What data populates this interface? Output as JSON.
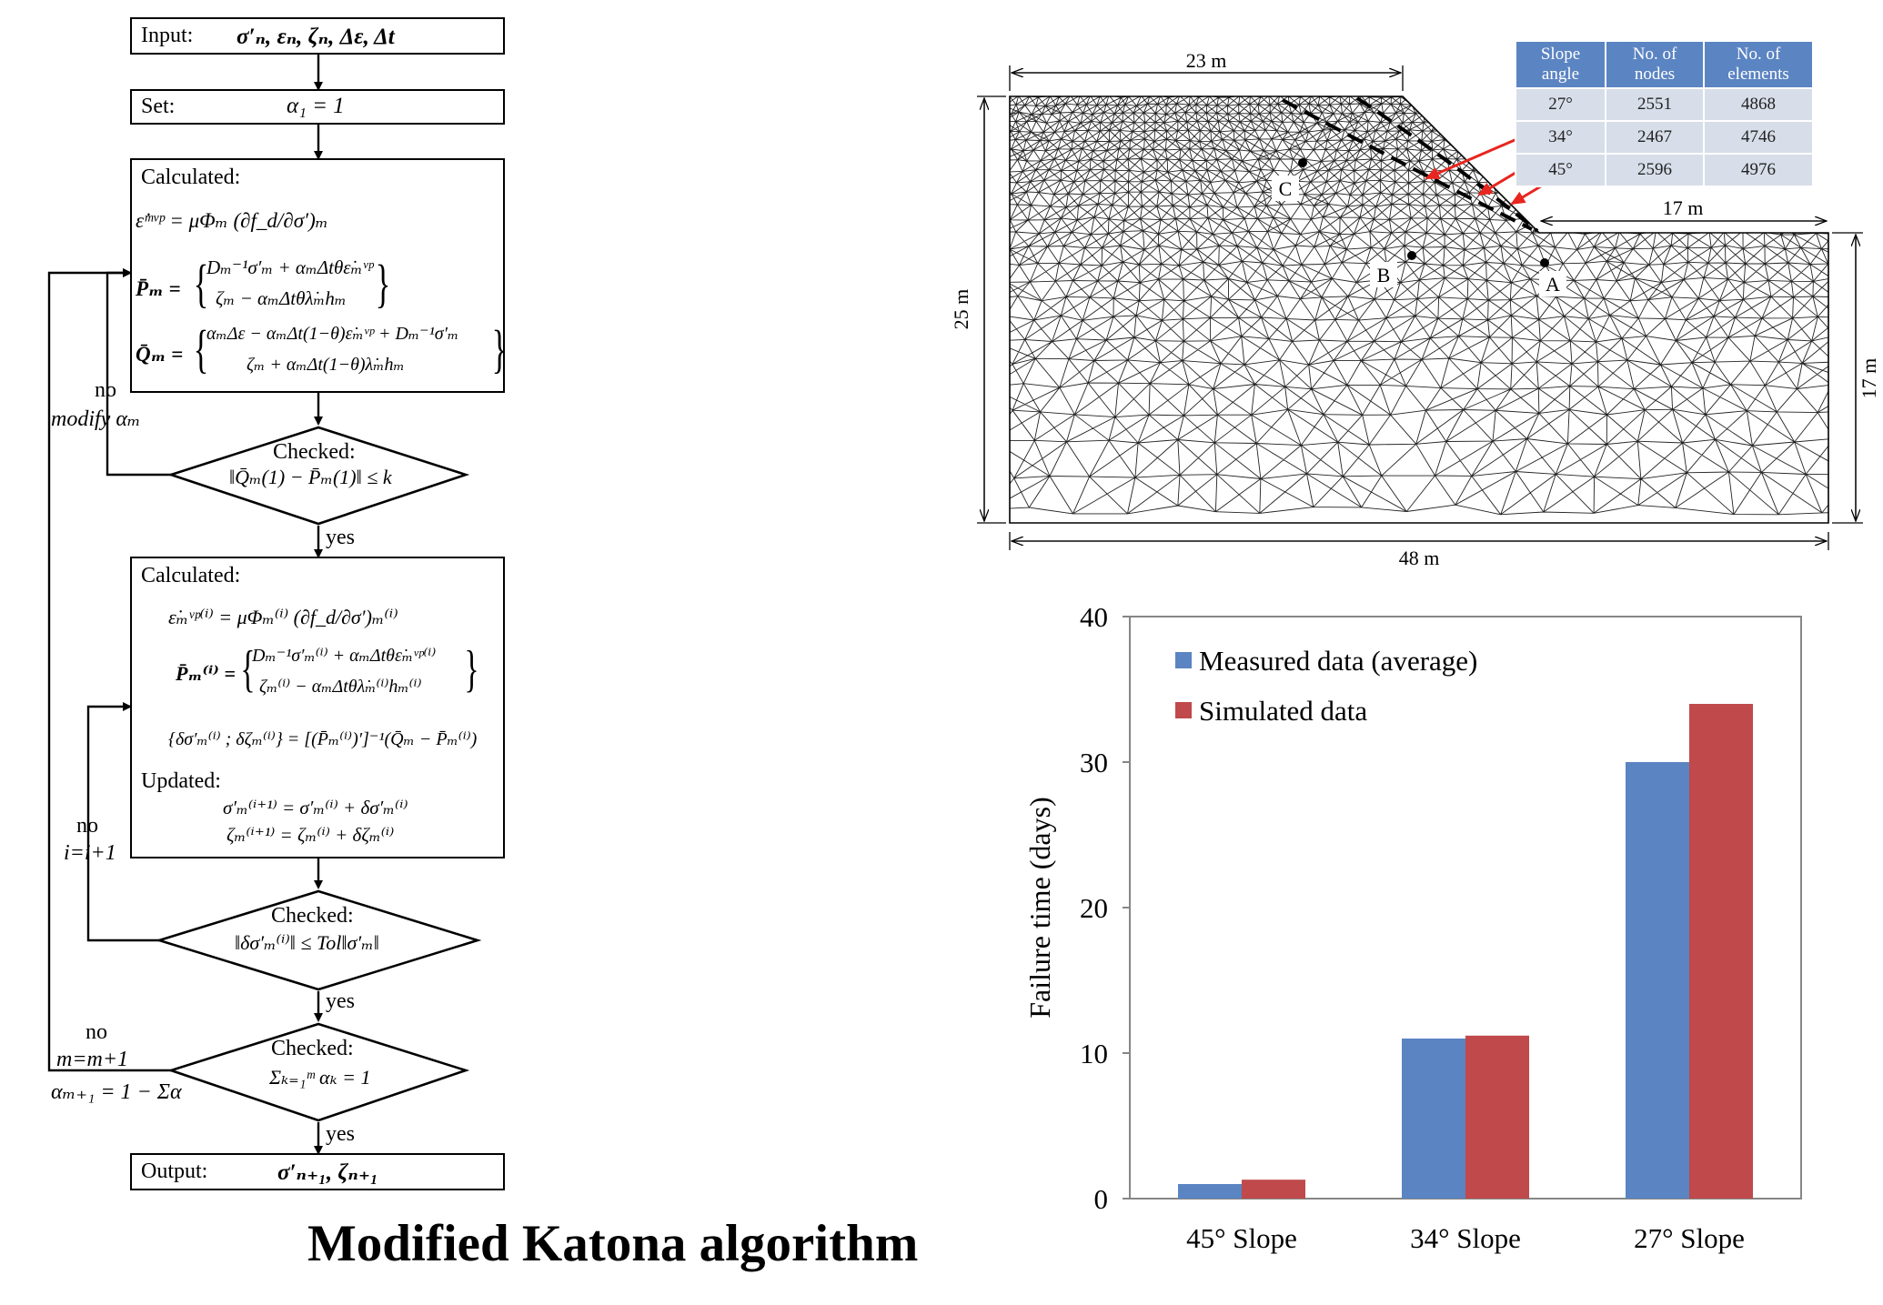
{
  "flowchart": {
    "input": {
      "label": "Input:",
      "expr": "σ′ₙ, εₙ, ζₙ, Δε, Δt"
    },
    "set": {
      "label": "Set:",
      "expr": "α₁ = 1"
    },
    "calc1": {
      "label": "Calculated:",
      "eq1": "ε̇ᵐᵛᵖ = μΦₘ (∂f_d/∂σ′)ₘ",
      "eq2a": "Dₘ⁻¹σ′ₘ + αₘΔtθε̇ₘᵛᵖ",
      "eq2b": "ζₘ − αₘΔtθλ̇ₘhₘ",
      "eq3a": "αₘΔε − αₘΔt(1−θ)ε̇ₘᵛᵖ + Dₘ⁻¹σ′ₘ",
      "eq3b": "ζₘ + αₘΔt(1−θ)λ̇ₘhₘ",
      "p_sym": "P̄ₘ =",
      "q_sym": "Q̄ₘ ="
    },
    "check1": {
      "label": "Checked:",
      "expr": "‖Q̄ₘ(1) − P̄ₘ(1)‖ ≤ k"
    },
    "calc2": {
      "label": "Calculated:",
      "eq1": "ε̇ₘᵛᵖ⁽ⁱ⁾ = μΦₘ⁽ⁱ⁾ (∂f_d/∂σ′)ₘ⁽ⁱ⁾",
      "eq2a": "Dₘ⁻¹σ′ₘ⁽ⁱ⁾ + αₘΔtθε̇ₘᵛᵖ⁽ⁱ⁾",
      "eq2b": "ζₘ⁽ⁱ⁾ − αₘΔtθλ̇ₘ⁽ⁱ⁾hₘ⁽ⁱ⁾",
      "p_sym": "P̄ₘ⁽ⁱ⁾ =",
      "eq3": "{δσ′ₘ⁽ⁱ⁾ ; δζₘ⁽ⁱ⁾} = [(P̄ₘ⁽ⁱ⁾)′]⁻¹(Q̄ₘ − P̄ₘ⁽ⁱ⁾)",
      "updated": "Updated:",
      "eq4": "σ′ₘ⁽ⁱ⁺¹⁾ = σ′ₘ⁽ⁱ⁾ + δσ′ₘ⁽ⁱ⁾",
      "eq5": "ζₘ⁽ⁱ⁺¹⁾ = ζₘ⁽ⁱ⁾ + δζₘ⁽ⁱ⁾"
    },
    "check2": {
      "label": "Checked:",
      "expr": "‖δσ′ₘ⁽ⁱ⁾‖ ≤ Tol‖σ′ₘ‖"
    },
    "check3": {
      "label": "Checked:",
      "expr": "Σₖ₌₁ᵐ αₖ = 1"
    },
    "output": {
      "label": "Output:",
      "expr": "σ′ₙ₊₁, ζₙ₊₁"
    },
    "yes": "yes",
    "no": "no",
    "loop1": "modify αₘ",
    "loop2": "i=i+1",
    "loop3a": "m=m+1",
    "loop3b": "αₘ₊₁ = 1 − Σα"
  },
  "caption": "Modified Katona algorithm",
  "mesh": {
    "dims": {
      "top": "23 m",
      "left": "25 m",
      "step": "17 m",
      "right": "17 m",
      "bottom": "48 m"
    },
    "points": [
      "A",
      "B",
      "C"
    ],
    "table": {
      "headers": [
        "Slope\nangle",
        "No. of\nnodes",
        "No. of\nelements"
      ],
      "header_lines": [
        [
          "Slope",
          "angle"
        ],
        [
          "No. of",
          "nodes"
        ],
        [
          "No. of",
          "elements"
        ]
      ],
      "rows": [
        [
          "27°",
          "2551",
          "4868"
        ],
        [
          "34°",
          "2467",
          "4746"
        ],
        [
          "45°",
          "2596",
          "4976"
        ]
      ]
    },
    "colors": {
      "arrow": "#e8251e",
      "header": "#5b84c2",
      "row": "#d7dee9"
    }
  },
  "chart_data": {
    "type": "bar",
    "categories": [
      "45°  Slope",
      "34°  Slope",
      "27°  Slope"
    ],
    "series": [
      {
        "name": "Measured data (average)",
        "values": [
          1,
          11,
          30
        ],
        "color": "#5b84c2"
      },
      {
        "name": "Simulated data",
        "values": [
          1.3,
          11.2,
          34
        ],
        "color": "#c0494b"
      }
    ],
    "ylabel": "Failure time (days)",
    "ylim": [
      0,
      40
    ],
    "yticks": [
      0,
      10,
      20,
      30,
      40
    ],
    "legend": "top-left",
    "grid": false
  }
}
